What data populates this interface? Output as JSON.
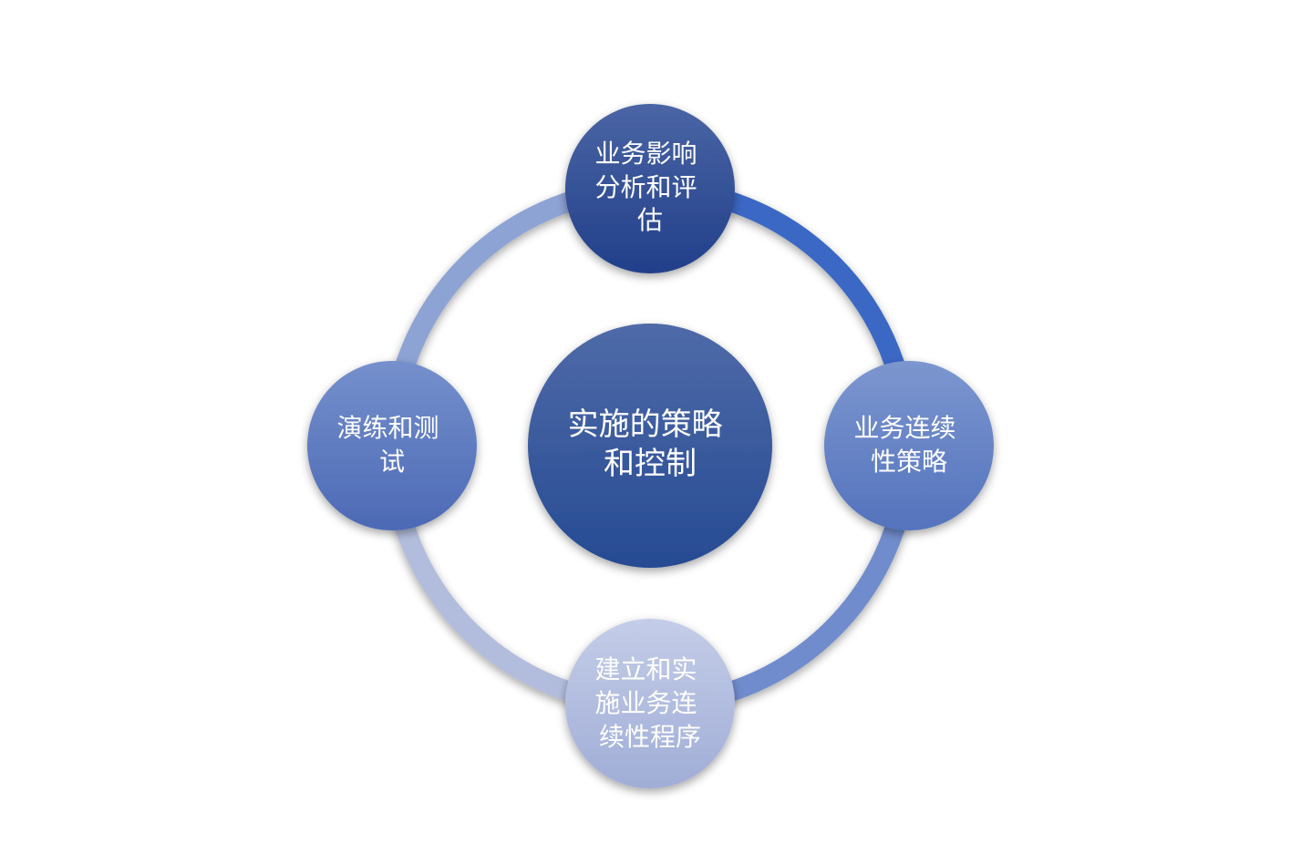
{
  "diagram": {
    "center": {
      "lines": [
        "实施的策略",
        "和控制"
      ],
      "color_top": "#4f6aa8",
      "color_bottom": "#264b93"
    },
    "nodes": [
      {
        "id": "top",
        "lines": [
          "业务影响",
          "分析和评",
          "估"
        ],
        "color_top": "#4a65a4",
        "color_bottom": "#213f8a"
      },
      {
        "id": "right",
        "lines": [
          "业务连续",
          "性策略"
        ],
        "color_top": "#7c96cf",
        "color_bottom": "#5473bd"
      },
      {
        "id": "bottom",
        "lines": [
          "建立和实",
          "施业务连",
          "续性程序"
        ],
        "color_top": "#c4cde8",
        "color_bottom": "#a0add6"
      },
      {
        "id": "left",
        "lines": [
          "演练和测",
          "试"
        ],
        "color_top": "#7590cc",
        "color_bottom": "#4c69b5"
      }
    ],
    "ring_colors": {
      "top_right": "#3a68c4",
      "bottom_right": "#6f8ccc",
      "bottom_left": "#b2bddd",
      "top_left": "#8da3d4"
    }
  }
}
